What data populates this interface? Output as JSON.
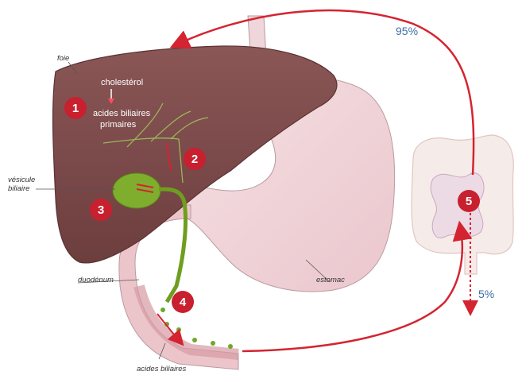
{
  "labels": {
    "liver": "foie",
    "gallbladder": "vésicule\nbiliaire",
    "duodenum": "duodénum",
    "stomach": "estomac",
    "bile_acids": "acides biliaires",
    "cholesterol": "cholestérol",
    "primary_acids": "acides biliaires\nprimaires"
  },
  "percentages": {
    "reabsorbed": "95%",
    "excreted": "5%"
  },
  "badges": [
    "1",
    "2",
    "3",
    "4",
    "5"
  ],
  "colors": {
    "badge": "#c8202f",
    "arrow": "#d42431",
    "liver": "#7d4a4a",
    "gallbladder": "#7fae2e",
    "stomach": "#f2d6da",
    "intestine": "#f4e9e6",
    "percent_text": "#3d6fa6"
  }
}
